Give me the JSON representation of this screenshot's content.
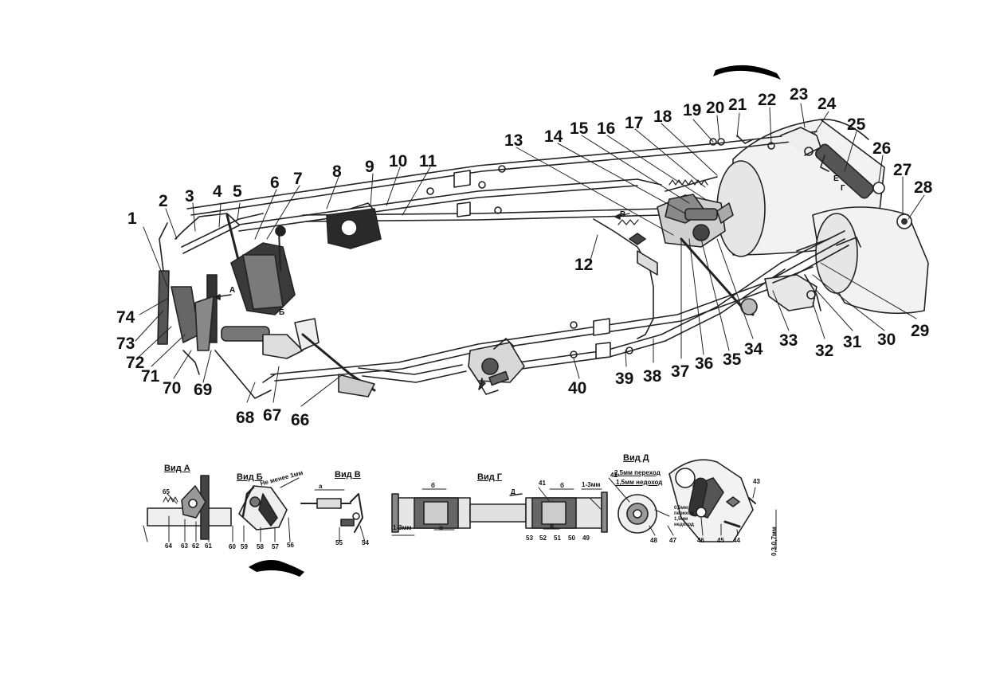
{
  "main_labels": [
    "1",
    "2",
    "3",
    "4",
    "5",
    "6",
    "7",
    "8",
    "9",
    "10",
    "11",
    "12",
    "13",
    "14",
    "15",
    "16",
    "17",
    "18",
    "19",
    "20",
    "21",
    "22",
    "23",
    "24",
    "25",
    "26",
    "27",
    "28",
    "29",
    "30",
    "31",
    "32",
    "33",
    "34",
    "35",
    "36",
    "37",
    "38",
    "39",
    "40",
    "66",
    "67",
    "68",
    "69",
    "70",
    "71",
    "72",
    "73",
    "74"
  ],
  "detail_labels": [
    "41",
    "42",
    "43",
    "44",
    "45",
    "46",
    "47",
    "48",
    "49",
    "50",
    "51",
    "52",
    "53",
    "54",
    "55",
    "56",
    "57",
    "58",
    "59",
    "60",
    "61",
    "62",
    "63",
    "64",
    "65"
  ],
  "view_titles": {
    "a": "Вид А",
    "b": "Вид Б",
    "v": "Вид В",
    "g": "Вид Г",
    "d": "Вид Д"
  },
  "callout_letters": {
    "a": "А",
    "b": "Б",
    "v": "В",
    "g": "Г",
    "d": "Д",
    "e": "Е",
    "small_a": "а",
    "small_b": "б",
    "small_v": "в"
  },
  "annotations": {
    "not_less": "Не менее 1мм",
    "gap_1_3_left": "1-3мм",
    "gap_1_3_right": "1-3мм",
    "overtravel": "2,5мм переход",
    "undertravel": "1,5мм недоход",
    "overtravel_small_1": "0,5мм",
    "overtravel_small_2": "переход",
    "overtravel_small_3": "1,5мм",
    "overtravel_small_4": "недоход",
    "clearance": "0,3-0,7мм"
  }
}
